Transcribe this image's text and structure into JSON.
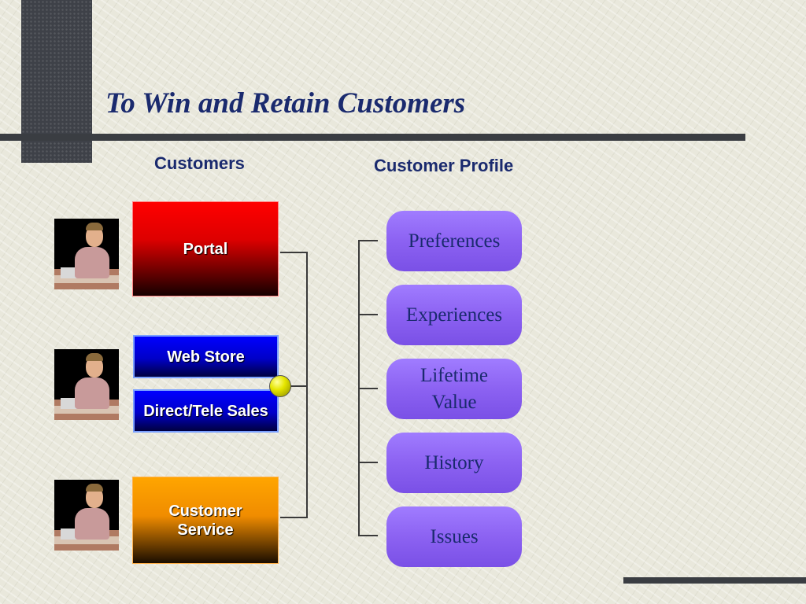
{
  "slide": {
    "title": "To Win and Retain Customers",
    "left_heading": "Customers",
    "right_heading": "Customer Profile"
  },
  "channels": [
    {
      "label": "Portal",
      "color": "#ff0000"
    },
    {
      "label": "Web Store",
      "color": "#0000ff"
    },
    {
      "label": "Direct/Tele Sales",
      "color": "#0000ff"
    },
    {
      "label": "Customer Service",
      "color": "#ffa500"
    }
  ],
  "profile_items": [
    {
      "label": "Preferences"
    },
    {
      "label": "Experiences"
    },
    {
      "label": "Lifetime Value"
    },
    {
      "label": "History"
    },
    {
      "label": "Issues"
    }
  ],
  "icons": {
    "customer_photo": "person-at-laptop-icon",
    "connector": "yellow-circle-connector-icon"
  },
  "colors": {
    "title": "#1a2a6e",
    "profile_pill": "#8c62f2"
  }
}
